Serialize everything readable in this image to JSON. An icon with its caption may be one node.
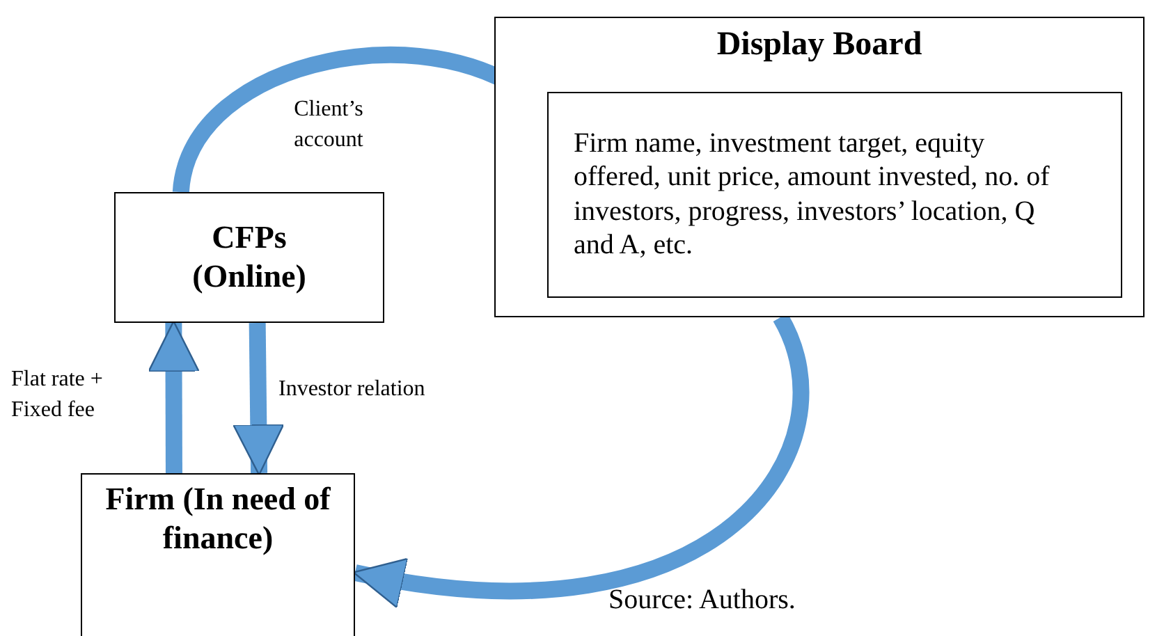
{
  "diagram": {
    "nodes": [
      {
        "text": [
          "Display Board"
        ]
      },
      {
        "text": [
          "Firm name, investment target, equity offered, unit price, amount invested, no. of investors, progress, investors’ location, Q and A, etc."
        ],
        "in": 0
      },
      {
        "text": [
          "CFPs (Online)"
        ]
      },
      {
        "text": [
          "Firm (In need of finance)"
        ]
      }
    ],
    "edges": [
      {
        "from": 2,
        "to": 1,
        "arrow": "to",
        "label": "Client’s account"
      },
      {
        "from": 0,
        "to": 3,
        "arrow": "to"
      },
      {
        "from": 3,
        "to": 2,
        "arrow": "to",
        "label": "Flat rate + Fixed fee"
      },
      {
        "from": 2,
        "to": 3,
        "arrow": "to",
        "label": "Investor relation"
      }
    ],
    "labels": [
      "Source: Authors."
    ]
  }
}
